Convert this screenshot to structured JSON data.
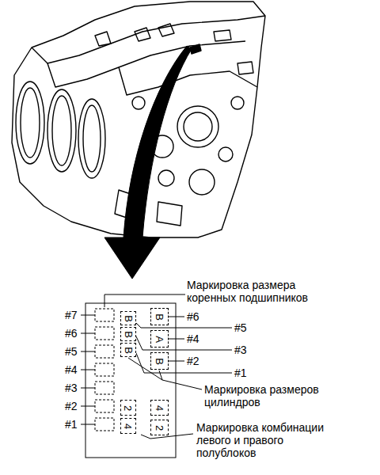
{
  "diagram": {
    "nodes": [
      {
        "text": [
          "B"
        ]
      },
      {
        "text": [
          "B"
        ]
      },
      {
        "text": [
          "B"
        ]
      },
      {
        "text": [
          "B"
        ]
      },
      {
        "text": [
          "A"
        ]
      },
      {
        "text": [
          "B"
        ]
      },
      {
        "text": [
          "2"
        ]
      },
      {
        "text": [
          "4"
        ]
      },
      {
        "text": [
          "4"
        ]
      },
      {
        "text": [
          "2"
        ]
      }
    ],
    "labels": [
      "Маркировка размера коренных подшипников",
      "#7",
      "#6",
      "#5",
      "#4",
      "#3",
      "#2",
      "#1",
      "#6",
      "#4",
      "#5",
      "#3",
      "#2",
      "#1",
      "Маркировка размеров цилиндров",
      "Маркировка комбинации левого и правого полублоков"
    ]
  }
}
